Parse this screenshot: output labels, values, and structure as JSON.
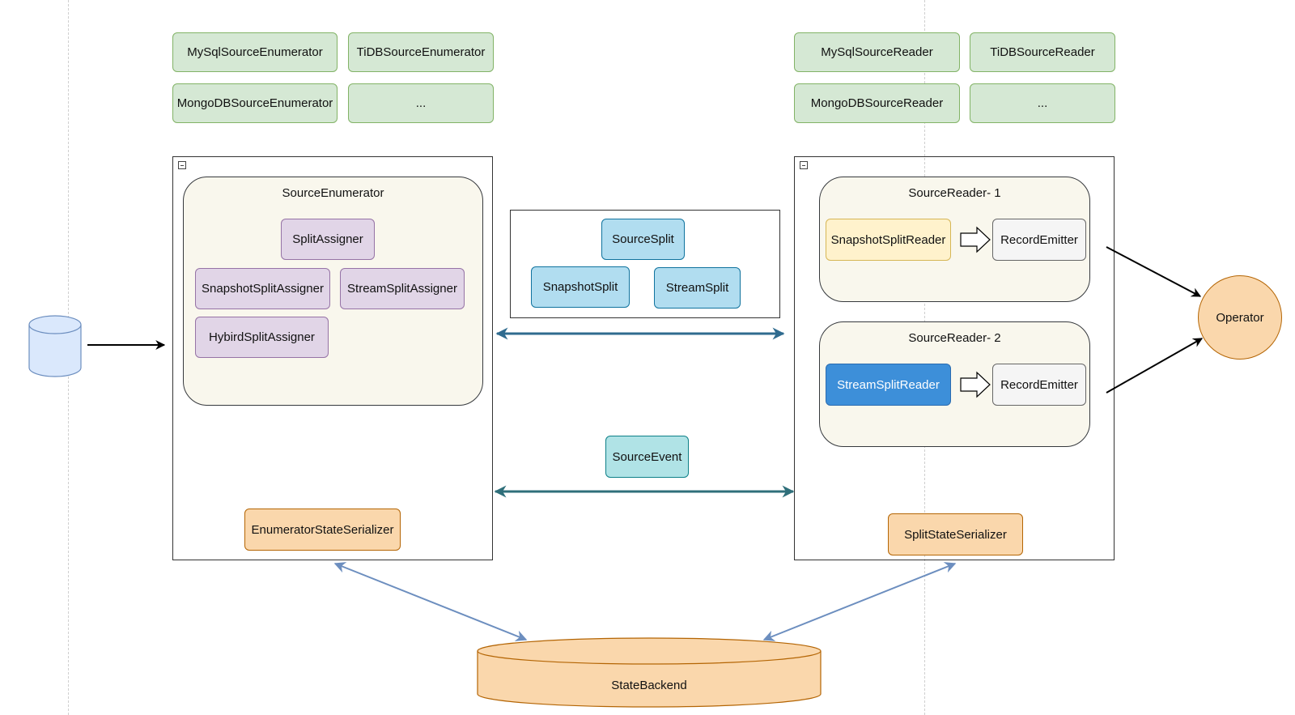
{
  "enumerator_impls": [
    "MySqlSourceEnumerator",
    "TiDBSourceEnumerator",
    "MongoDBSourceEnumerator",
    "..."
  ],
  "reader_impls": [
    "MySqlSourceReader",
    "TiDBSourceReader",
    "MongoDBSourceReader",
    "..."
  ],
  "enumerator": {
    "title": "SourceEnumerator",
    "split_assigner": "SplitAssigner",
    "snapshot_split_assigner": "SnapshotSplitAssigner",
    "stream_split_assigner": "StreamSplitAssigner",
    "hybird_split_assigner": "HybirdSplitAssigner",
    "state_serializer": "EnumeratorStateSerializer"
  },
  "splits": {
    "source_split": "SourceSplit",
    "snapshot_split": "SnapshotSplit",
    "stream_split": "StreamSplit"
  },
  "source_event": "SourceEvent",
  "reader": {
    "reader1_title": "SourceReader- 1",
    "reader1_split_reader": "SnapshotSplitReader",
    "reader1_emitter": "RecordEmitter",
    "reader2_title": "SourceReader- 2",
    "reader2_split_reader": "StreamSplitReader",
    "reader2_emitter": "RecordEmitter",
    "state_serializer": "SplitStateSerializer"
  },
  "operator": "Operator",
  "state_backend": "StateBackend",
  "colors": {
    "green": "#d5e8d4",
    "purple": "#e1d5e7",
    "blue": "#b1ddf0",
    "teal": "#b0e3e6",
    "orange": "#fad7ac",
    "yellow": "#fff2cc",
    "container": "#f9f7ed",
    "arrow_dark_blue": "#2f6b8f",
    "arrow_teal": "#2f6f7a",
    "arrow_slate": "#6c8ebf"
  }
}
